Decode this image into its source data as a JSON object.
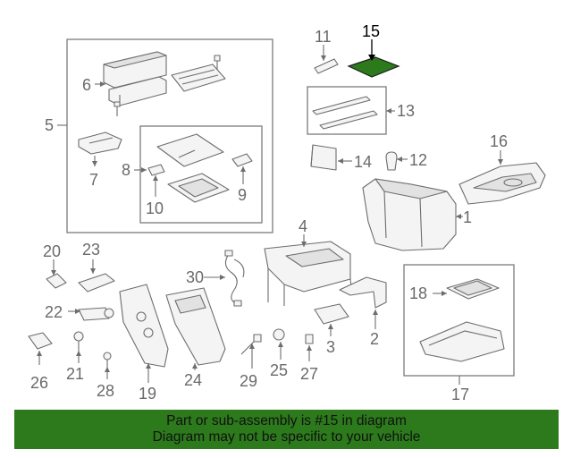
{
  "callouts": {
    "n1": "1",
    "n2": "2",
    "n3": "3",
    "n4": "4",
    "n5": "5",
    "n6": "6",
    "n7": "7",
    "n8": "8",
    "n9": "9",
    "n10": "10",
    "n11": "11",
    "n12": "12",
    "n13": "13",
    "n14": "14",
    "n15": "15",
    "n16": "16",
    "n17": "17",
    "n18": "18",
    "n19": "19",
    "n20": "20",
    "n21": "21",
    "n22": "22",
    "n23": "23",
    "n24": "24",
    "n25": "25",
    "n26": "26",
    "n27": "27",
    "n28": "28",
    "n29": "29",
    "n30": "30"
  },
  "highlighted_part": "15",
  "colors": {
    "highlight_fill": "#2c7a1c",
    "banner_bg": "#2c7a1c",
    "line": "#6d6d6d",
    "label": "#6a6a6a"
  },
  "banner": {
    "line1": "Part or sub-assembly is #15 in diagram",
    "line2": "Diagram may not be specific to your vehicle"
  }
}
